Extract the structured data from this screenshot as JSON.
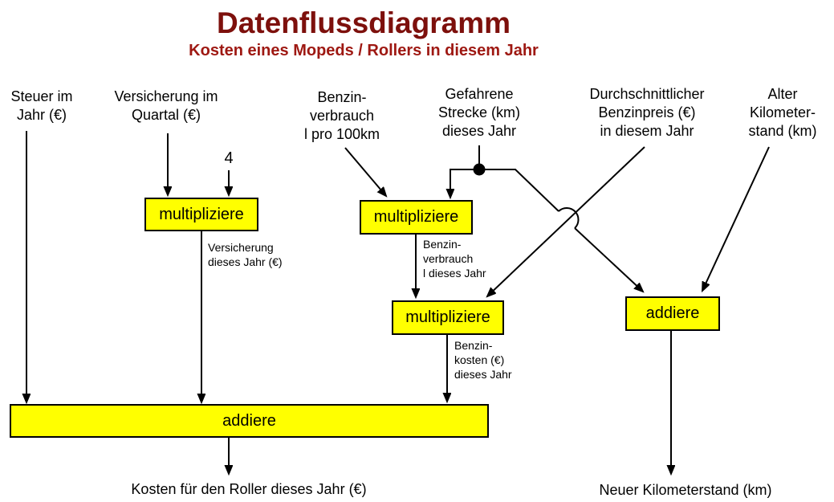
{
  "header": {
    "title": "Datenflussdiagramm",
    "subtitle": "Kosten eines Mopeds / Rollers in diesem Jahr"
  },
  "inputs": [
    {
      "label": "Steuer im\nJahr (€)"
    },
    {
      "label": "Versicherung im\nQuartal (€)"
    },
    {
      "label": "Benzin-\nverbrauch\nl pro 100km"
    },
    {
      "label": "Gefahrene\nStrecke (km)\ndieses Jahr"
    },
    {
      "label": "Durchschnittlicher\nBenzinpreis (€)\nin diesem Jahr"
    },
    {
      "label": "Alter\nKilometer-\nstand (km)"
    }
  ],
  "constants": {
    "four": "4"
  },
  "nodes": [
    {
      "id": "multiply-insurance",
      "label": "multipliziere"
    },
    {
      "id": "multiply-consumption",
      "label": "multipliziere"
    },
    {
      "id": "multiply-fuelcost",
      "label": "multipliziere"
    },
    {
      "id": "add-kilometers",
      "label": "addiere"
    },
    {
      "id": "add-total",
      "label": "addiere"
    }
  ],
  "edge_labels": {
    "insurance_year": "Versicherung\ndieses Jahr (€)",
    "fuel_year": "Benzin-\nverbrauch\nl dieses Jahr",
    "fuel_cost": "Benzin-\nkosten (€)\ndieses Jahr"
  },
  "outputs": {
    "total_cost": "Kosten für den Roller dieses Jahr (€)",
    "new_km": "Neuer Kilometerstand (km)"
  },
  "colors": {
    "box_fill": "#FFFF00",
    "box_border": "#000000",
    "title": "#7D100C",
    "subtitle": "#9E1812",
    "line": "#000000"
  }
}
